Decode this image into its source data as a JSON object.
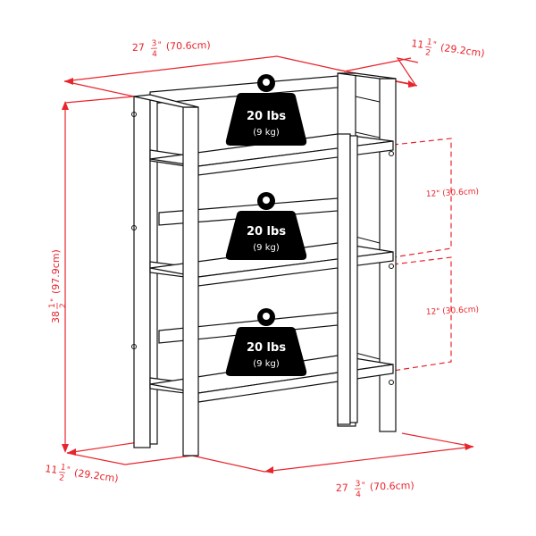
{
  "diagram": {
    "type": "product-dimension-drawing",
    "subject": "3-tier folding bookshelf",
    "colors": {
      "dimension_lines": "#e8242c",
      "outline": "#111111",
      "weight_badge": "#000000",
      "background": "#ffffff"
    },
    "dimensions": {
      "top_width": {
        "whole": "27",
        "num": "3",
        "den": "4",
        "unit": "\"",
        "metric": "(70.6cm)"
      },
      "top_depth": {
        "whole": "11",
        "num": "1",
        "den": "2",
        "unit": "\"",
        "metric": "(29.2cm)"
      },
      "height": {
        "whole": "38",
        "num": "1",
        "den": "2",
        "unit": "\"",
        "metric": "(97.9cm)"
      },
      "bottom_depth": {
        "whole": "11",
        "num": "1",
        "den": "2",
        "unit": "\"",
        "metric": "(29.2cm)"
      },
      "bottom_width": {
        "whole": "27",
        "num": "3",
        "den": "4",
        "unit": "\"",
        "metric": "(70.6cm)"
      },
      "shelf_gap_upper": "12\" (30.6cm)",
      "shelf_gap_lower": "12\" (30.6cm)"
    },
    "shelves": [
      {
        "name": "top",
        "capacity_lbs": "20 lbs",
        "capacity_kg": "(9 kg)"
      },
      {
        "name": "middle",
        "capacity_lbs": "20 lbs",
        "capacity_kg": "(9 kg)"
      },
      {
        "name": "bottom",
        "capacity_lbs": "20 lbs",
        "capacity_kg": "(9 kg)"
      }
    ]
  }
}
